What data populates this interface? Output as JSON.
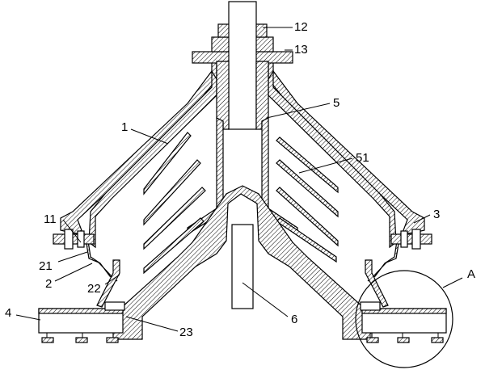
{
  "labels": {
    "l1": "1",
    "l2": "2",
    "l3": "3",
    "l4": "4",
    "l5": "5",
    "l6": "6",
    "l11": "11",
    "l12": "12",
    "l13": "13",
    "l21": "21",
    "l22": "22",
    "l23": "23",
    "l51": "51",
    "lA": "A"
  }
}
